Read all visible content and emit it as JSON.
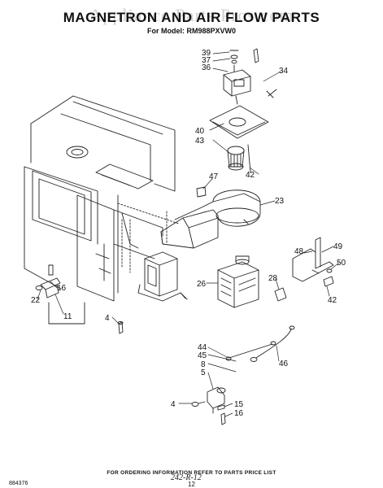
{
  "header": {
    "title": "MAGNETRON AND AIR FLOW PARTS",
    "subtitle": "For Model: RM988PXVW0",
    "watermark": "Appliance Parts Pros.com"
  },
  "callouts": [
    "39",
    "37",
    "36",
    "34",
    "40",
    "43",
    "42",
    "47",
    "23",
    "48",
    "49",
    "50",
    "42",
    "28",
    "26",
    "16",
    "22",
    "11",
    "4",
    "44",
    "45",
    "8",
    "5",
    "46",
    "4",
    "15",
    "16"
  ],
  "footer": {
    "ordering_note": "FOR ORDERING INFORMATION REFER TO PARTS PRICE LIST",
    "page_number": "12",
    "code": "884376",
    "handwritten": "242-R-12"
  }
}
